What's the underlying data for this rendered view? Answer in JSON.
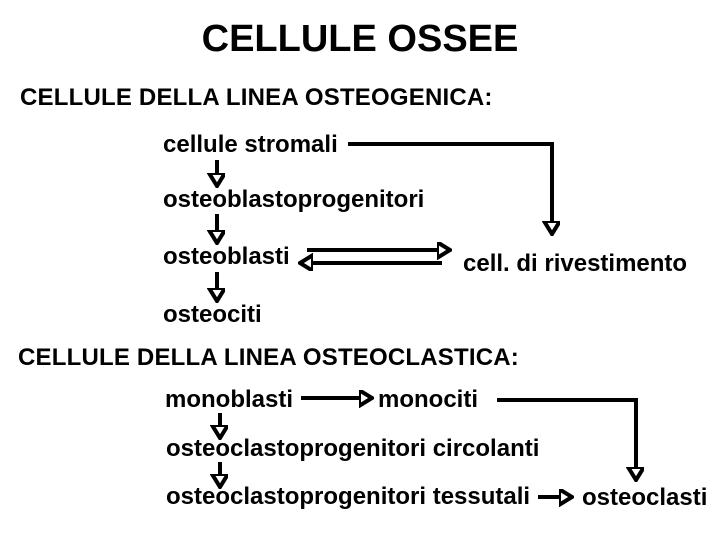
{
  "page": {
    "background_color": "#ffffff",
    "text_color": "#000000",
    "line_color": "#000000"
  },
  "title": "CELLULE OSSEE",
  "osteogenic": {
    "heading": "CELLULE DELLA LINEA OSTEOGENICA:",
    "nodes": {
      "stromali": "cellule stromali",
      "progenitori": "osteoblastoprogenitori",
      "osteoblasti": "osteoblasti",
      "rivestimento": "cell. di rivestimento",
      "osteociti": "osteociti"
    },
    "edges": [
      {
        "from": "cellule stromali",
        "to": "osteoblastoprogenitori",
        "type": "down-arrow"
      },
      {
        "from": "cellule stromali",
        "to": "cell. di rivestimento",
        "type": "elbow-right-down-arrow"
      },
      {
        "from": "osteoblastoprogenitori",
        "to": "osteoblasti",
        "type": "down-arrow"
      },
      {
        "from": "osteoblasti",
        "to": "cell. di rivestimento",
        "type": "right-arrow"
      },
      {
        "from": "cell. di rivestimento",
        "to": "osteoblasti",
        "type": "left-arrow"
      },
      {
        "from": "osteoblasti",
        "to": "osteociti",
        "type": "down-arrow"
      }
    ]
  },
  "osteoclastic": {
    "heading": "CELLULE DELLA LINEA OSTEOCLASTICA:",
    "nodes": {
      "monoblasti": "monoblasti",
      "monociti": "monociti",
      "circolanti": "osteoclastoprogenitori circolanti",
      "tessutali": "osteoclastoprogenitori tessutali",
      "osteoclasti": "osteoclasti"
    },
    "edges": [
      {
        "from": "monoblasti",
        "to": "monociti",
        "type": "right-arrow"
      },
      {
        "from": "monociti",
        "to": "osteoclasti",
        "type": "elbow-right-down-arrow"
      },
      {
        "from": "monoblasti",
        "to": "osteoclastoprogenitori circolanti",
        "type": "down-arrow"
      },
      {
        "from": "osteoclastoprogenitori circolanti",
        "to": "osteoclastoprogenitori tessutali",
        "type": "down-arrow"
      },
      {
        "from": "osteoclastoprogenitori tessutali",
        "to": "osteoclasti",
        "type": "right-arrow"
      }
    ]
  }
}
